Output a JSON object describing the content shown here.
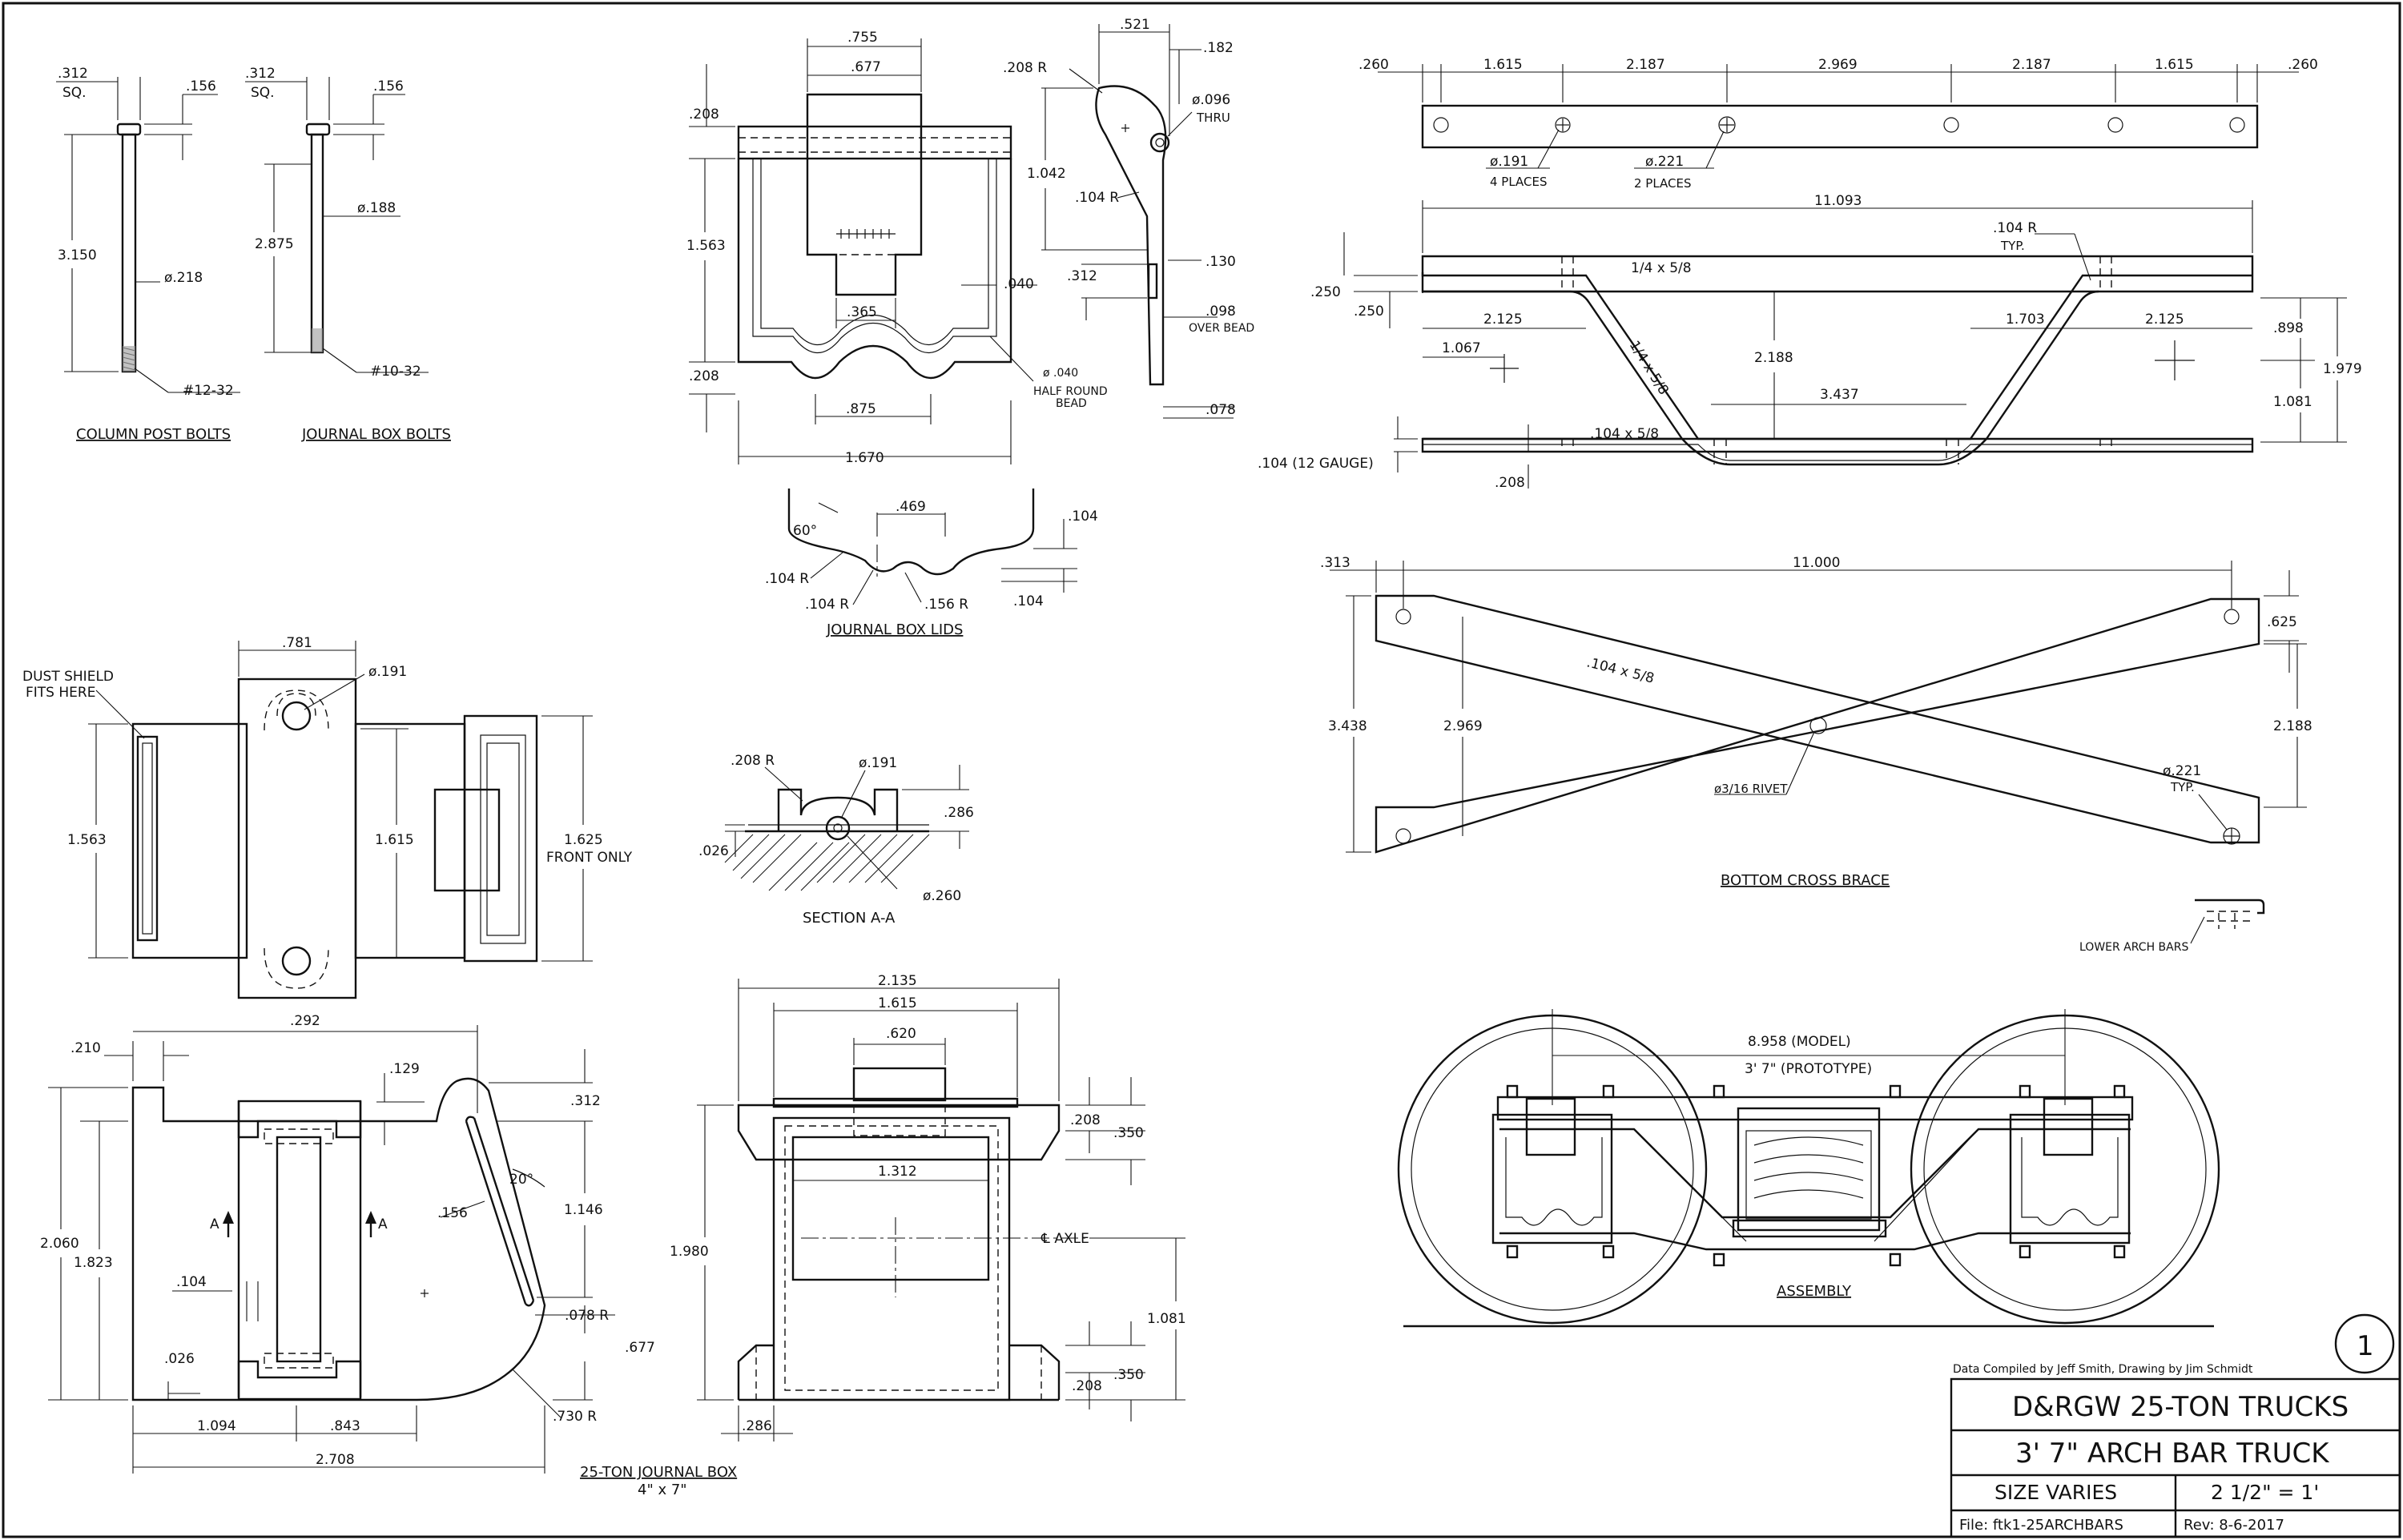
{
  "drawing": {
    "column_post_bolts": {
      "caption": "COLUMN POST BOLTS",
      "dims": {
        "head": ".312",
        "head_sq": "SQ.",
        "head_h": ".156",
        "length": "3.150",
        "dia": "ø.218",
        "thread": "#12-32"
      }
    },
    "journal_box_bolts": {
      "caption": "JOURNAL BOX BOLTS",
      "dims": {
        "head": ".312",
        "head_sq": "SQ.",
        "head_h": ".156",
        "length": "2.875",
        "dia": "ø.188",
        "thread": "#10-32"
      }
    },
    "journal_box_lid_front": {
      "dims": {
        "w1": ".755",
        "w2": ".677",
        "top": ".208",
        "height": "1.563",
        "bottom": ".208",
        "slot": ".365",
        "bead_gap": ".040",
        "bead_pitch": ".875",
        "width": "1.670",
        "bead_note1": "ø .040",
        "bead_note2": "HALF ROUND",
        "bead_note3": "BEAD"
      }
    },
    "journal_box_lid_side": {
      "dims": {
        "w": ".521",
        "r_top": ".208  R",
        "w_r": ".182",
        "hole": "ø.096",
        "hole_note": "THRU",
        "drop": "1.042",
        "r_mid": ".104  R",
        "t": ".130",
        "off": ".312",
        "bead": ".098",
        "bead_note": "OVER BEAD",
        "bot": ".078"
      }
    },
    "journal_box_lids": {
      "caption": "JOURNAL BOX LIDS",
      "dims": {
        "angle": "60°",
        "pitch": ".469",
        "r1": ".104  R",
        "r2": ".104  R",
        "r3": ".156  R",
        "d1": ".104",
        "d2": ".104"
      }
    },
    "arch_bar_top": {
      "dims": {
        "e1": ".260",
        "s1": "1.615",
        "s2": "2.187",
        "s3": "2.969",
        "s4": "2.187",
        "s5": "1.615",
        "e2": ".260",
        "hole1": "ø.191",
        "hole1_note": "4  PLACES",
        "hole2": "ø.221",
        "hole2_note": "2  PLACES"
      }
    },
    "arch_bars_side": {
      "dims": {
        "overall": "11.093",
        "r_typ": ".104  R",
        "r_typ_note": "TYP.",
        "upper_label": "1/4  x  5/8",
        "diag_label": "1/4  x  5/8",
        "lower_label": ".104  x  5/8",
        "t1": ".250",
        "t2": ".250",
        "end": "2.125",
        "half": "1.067",
        "rise": "2.188",
        "flat": "3.437",
        "slope": "1.703",
        "end2": "2.125",
        "h1": ".898",
        "h2": "1.979",
        "h3": "1.081",
        "gauge": ".104  (12  GAUGE)",
        "low": ".208"
      }
    },
    "bottom_cross_brace": {
      "caption": "BOTTOM  CROSS  BRACE",
      "dims": {
        "e": ".313",
        "len": "11.000",
        "w": ".625",
        "label": ".104  x  5/8",
        "h": "3.438",
        "inner": "2.969",
        "span": "2.188",
        "hole": "ø.221",
        "hole_note": "TYP.",
        "rivet": "ø3/16  RIVET"
      },
      "inset_caption": "LOWER  ARCH  BARS"
    },
    "journal_box_top": {
      "dims": {
        "w": ".781",
        "hole": "ø.191",
        "note1": "DUST  SHIELD",
        "note2": "FITS  HERE",
        "h1": "1.563",
        "h2": "1.615",
        "h3": "1.625",
        "h3_note": "FRONT  ONLY"
      }
    },
    "section_aa": {
      "caption": "SECTION  A-A",
      "dims": {
        "r": ".208  R",
        "hole": "ø.191",
        "h": ".286",
        "t": ".026",
        "bore": "ø.260"
      }
    },
    "journal_box_side": {
      "caption": "25-TON  JOURNAL  BOX",
      "caption2": "4\"  x  7\"",
      "dims": {
        "lip": ".210",
        "w": ".292",
        "top": ".129",
        "lid": ".312",
        "angle": "20°",
        "pin": ".156",
        "h1": "1.146",
        "h": "2.060",
        "h_in": "1.823",
        "web": ".104",
        "r1": ".078  R",
        "low": ".677",
        "base": ".026",
        "b1": "1.094",
        "b2": ".843",
        "r2": ".730  R",
        "overall": "2.708",
        "section": "A"
      }
    },
    "journal_box_end": {
      "dims": {
        "w1": "2.135",
        "w2": "1.615",
        "w3": ".620",
        "t1": ".208",
        "t2": ".350",
        "inner": "1.312",
        "h": "1.980",
        "axle": "℄  AXLE",
        "axle_h": "1.081",
        "b1": ".208",
        "b2": ".350",
        "base": ".286"
      }
    },
    "assembly": {
      "caption": "ASSEMBLY",
      "model": "8.958  (MODEL)",
      "prototype": "3'  7\"  (PROTOTYPE)"
    }
  },
  "title_block": {
    "credit": "Data Compiled by Jeff Smith, Drawing by Jim Schmidt",
    "sheet_no": "1",
    "title1": "D&RGW  25-TON  TRUCKS",
    "title2": "3'  7\"  ARCH  BAR  TRUCK",
    "size": "SIZE  VARIES",
    "scale": "2  1/2\"  =  1'",
    "file": "File:  ftk1-25ARCHBARS",
    "rev": "Rev:  8-6-2017"
  }
}
